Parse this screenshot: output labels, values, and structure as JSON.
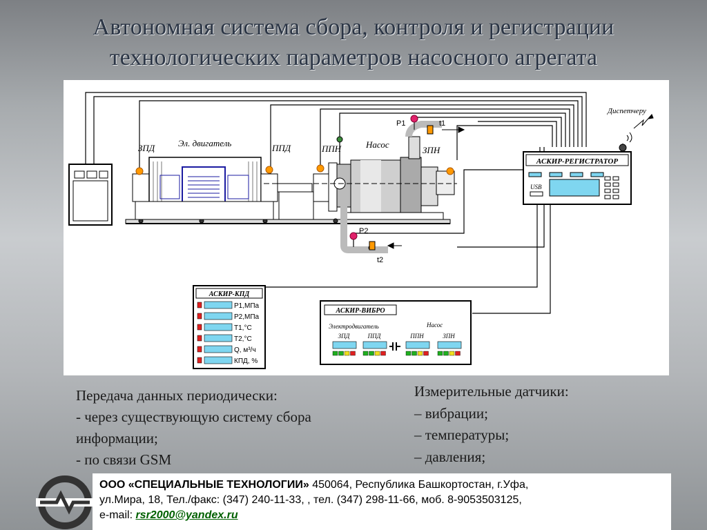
{
  "title": {
    "line1": "Автономная система сбора, контроля и регистрации",
    "line2": "технологических параметров насосного агрегата"
  },
  "diagram": {
    "motor_label": "Эл. двигатель",
    "pump_label": "Насос",
    "sensor_zpd": "ЗПД",
    "sensor_ppd": "ППД",
    "sensor_ppn": "ППН",
    "sensor_zpn": "ЗПН",
    "p1": "P1",
    "t1": "t1",
    "p2": "P2",
    "t2": "t2",
    "dispatcher": "Диспетчеру",
    "registrator": {
      "title": "АСКИР-РЕГИСТРАТОР",
      "usb": "USB"
    },
    "kpd": {
      "title": "АСКИР-КПД",
      "rows": [
        "P1,МПа",
        "P2,МПа",
        "T1,°C",
        "T2,°C",
        "Q, м³/ч",
        "КПД, %"
      ]
    },
    "vibro": {
      "title": "АСКИР-ВИБРО",
      "motor_group": "Электродвигатель",
      "pump_group": "Насос",
      "channels": [
        "ЗПД",
        "ППД",
        "ППН",
        "ЗПН"
      ]
    }
  },
  "left_text": {
    "line1": "Передача данных периодически:",
    "line2": "- через существующую систему сбора",
    "line3": "информации;",
    "line4": "- по связи GSM"
  },
  "right_text": {
    "line1": "Измерительные датчики:",
    "line2": "– вибрации;",
    "line3": "– температуры;",
    "line4": "– давления;"
  },
  "footer": {
    "company": "ООО «СПЕЦИАЛЬНЫЕ ТЕХНОЛОГИИ»",
    "address": " 450064, Республика Башкортостан, г.Уфа,",
    "line2": "ул.Мира, 18, Тел./факс: (347) 240-11-33, , тел. (347) 298-11-66, моб. 8-9053503125,",
    "email_label": "e-mail: ",
    "email": "rsr2000@yandex.ru"
  },
  "colors": {
    "lcd": "#7fd6f0",
    "sensor": "#ff9900",
    "gauge": "#e0206a",
    "led_red": "#e02020",
    "led_green": "#20b020",
    "led_yellow": "#f0e020"
  }
}
